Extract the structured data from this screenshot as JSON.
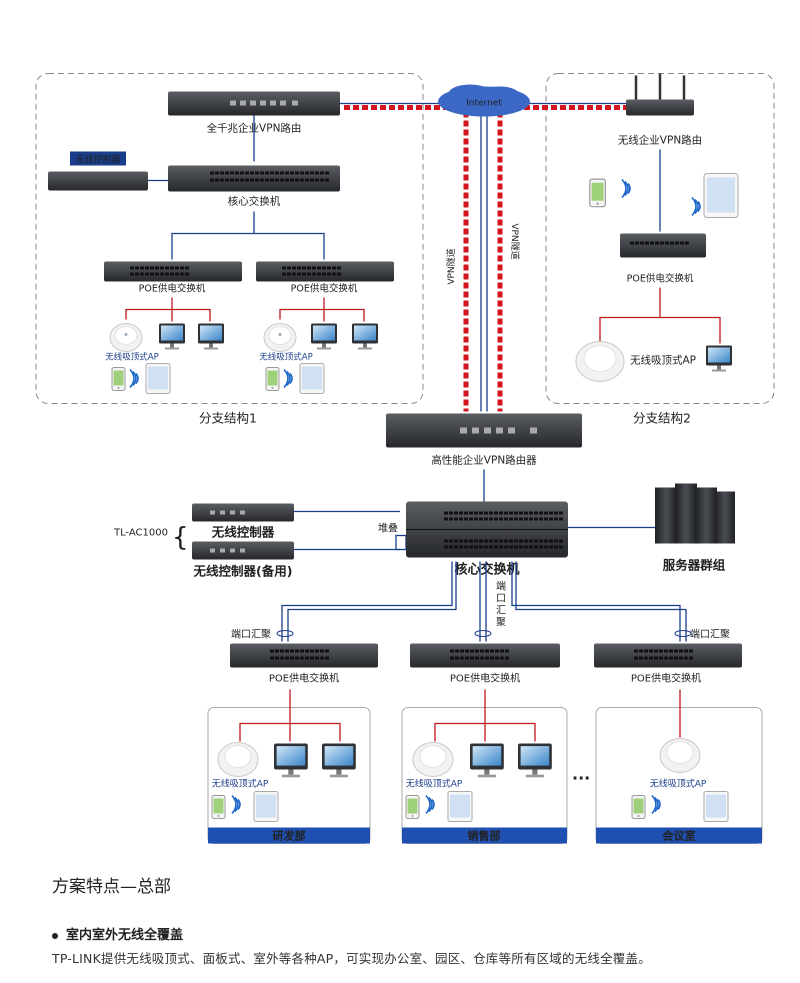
{
  "branch1": {
    "router": "全千兆企业VPN路由",
    "controller": "无线控制器",
    "core_switch": "核心交换机",
    "poe_switch_a": "POE供电交换机",
    "poe_switch_b": "POE供电交换机",
    "ap_a": "无线吸顶式AP",
    "ap_b": "无线吸顶式AP",
    "caption": "分支结构1"
  },
  "internet": "Internet",
  "vpn_tunnel_left": "VPN隧道",
  "vpn_tunnel_right": "VPN隧道",
  "branch2": {
    "router": "无线企业VPN路由",
    "poe_switch": "POE供电交换机",
    "ap": "无线吸顶式AP",
    "caption": "分支结构2"
  },
  "hq": {
    "router": "高性能企业VPN路由器",
    "controller_model": "TL-AC1000",
    "controller": "无线控制器",
    "controller_backup": "无线控制器(备用)",
    "stack": "堆叠",
    "core_switch": "核心交换机",
    "servers": "服务器群组",
    "link_agg_left": "端口汇聚",
    "link_agg_center": "端口汇聚",
    "link_agg_right": "端口汇聚",
    "poe_switch_1": "POE供电交换机",
    "poe_switch_2": "POE供电交换机",
    "poe_switch_3": "POE供电交换机",
    "dept_1": {
      "ap": "无线吸顶式AP",
      "name": "研发部"
    },
    "dept_2": {
      "ap": "无线吸顶式AP",
      "name": "销售部"
    },
    "dept_3": {
      "ap": "无线吸顶式AP",
      "name": "会议室"
    },
    "ellipsis": "..."
  },
  "features": {
    "title": "方案特点—总部",
    "bullet": "室内室外无线全覆盖",
    "desc": "TP-LINK提供无线吸顶式、面板式、室外等各种AP，可实现办公室、园区、仓库等所有区域的无线全覆盖。"
  },
  "colors": {
    "cable": "#1a3e8a",
    "poe": "#c0161c",
    "vpn": "#d4161c",
    "dept_bar": "#1f4fb0",
    "frame": "#888888"
  }
}
